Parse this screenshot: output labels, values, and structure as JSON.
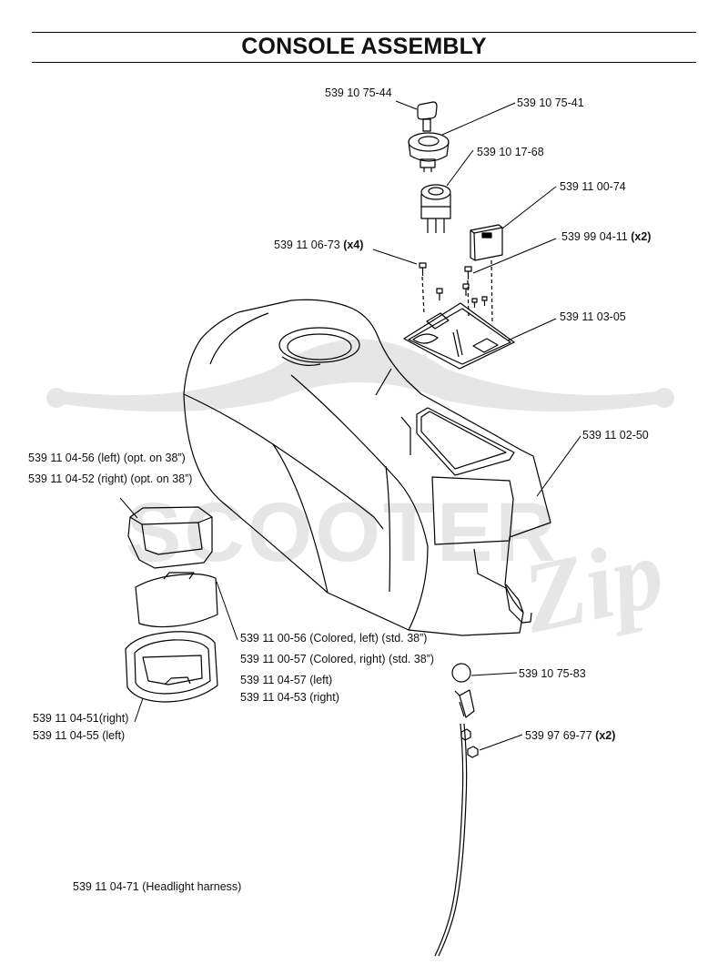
{
  "title": "CONSOLE ASSEMBLY",
  "watermark": {
    "text": "SCOOTER",
    "script": "Zip"
  },
  "callouts": {
    "key": "539 10 75-44",
    "ignition_switch": "539 10 75-41",
    "pto_switch": "539 10 17-68",
    "socket": "539 11 00-74",
    "screw_a_part": "539 11 06-73",
    "screw_a_qty": "(x4)",
    "screw_b_part": "539 99 04-11",
    "screw_b_qty": "(x2)",
    "plate": "539 11 03-05",
    "console": "539 11 02-50",
    "lens_left": "539 11 04-56 (left) (opt. on 38”)",
    "lens_right": "539 11 04-52 (right) (opt. on 38”)",
    "cover_list": [
      "539 11 00-56 (Colored, left) (std. 38”)",
      "539 11 00-57 (Colored, right) (std. 38”)",
      "539 11 04-57 (left)",
      "539 11 04-53 (right)"
    ],
    "knob": "539 10 75-83",
    "bezel_list": [
      "539 11 04-51(right)",
      "539 11 04-55 (left)"
    ],
    "nut_part": "539 97 69-77",
    "nut_qty": "(x2)",
    "harness": "539 11 04-71 (Headlight harness)"
  }
}
